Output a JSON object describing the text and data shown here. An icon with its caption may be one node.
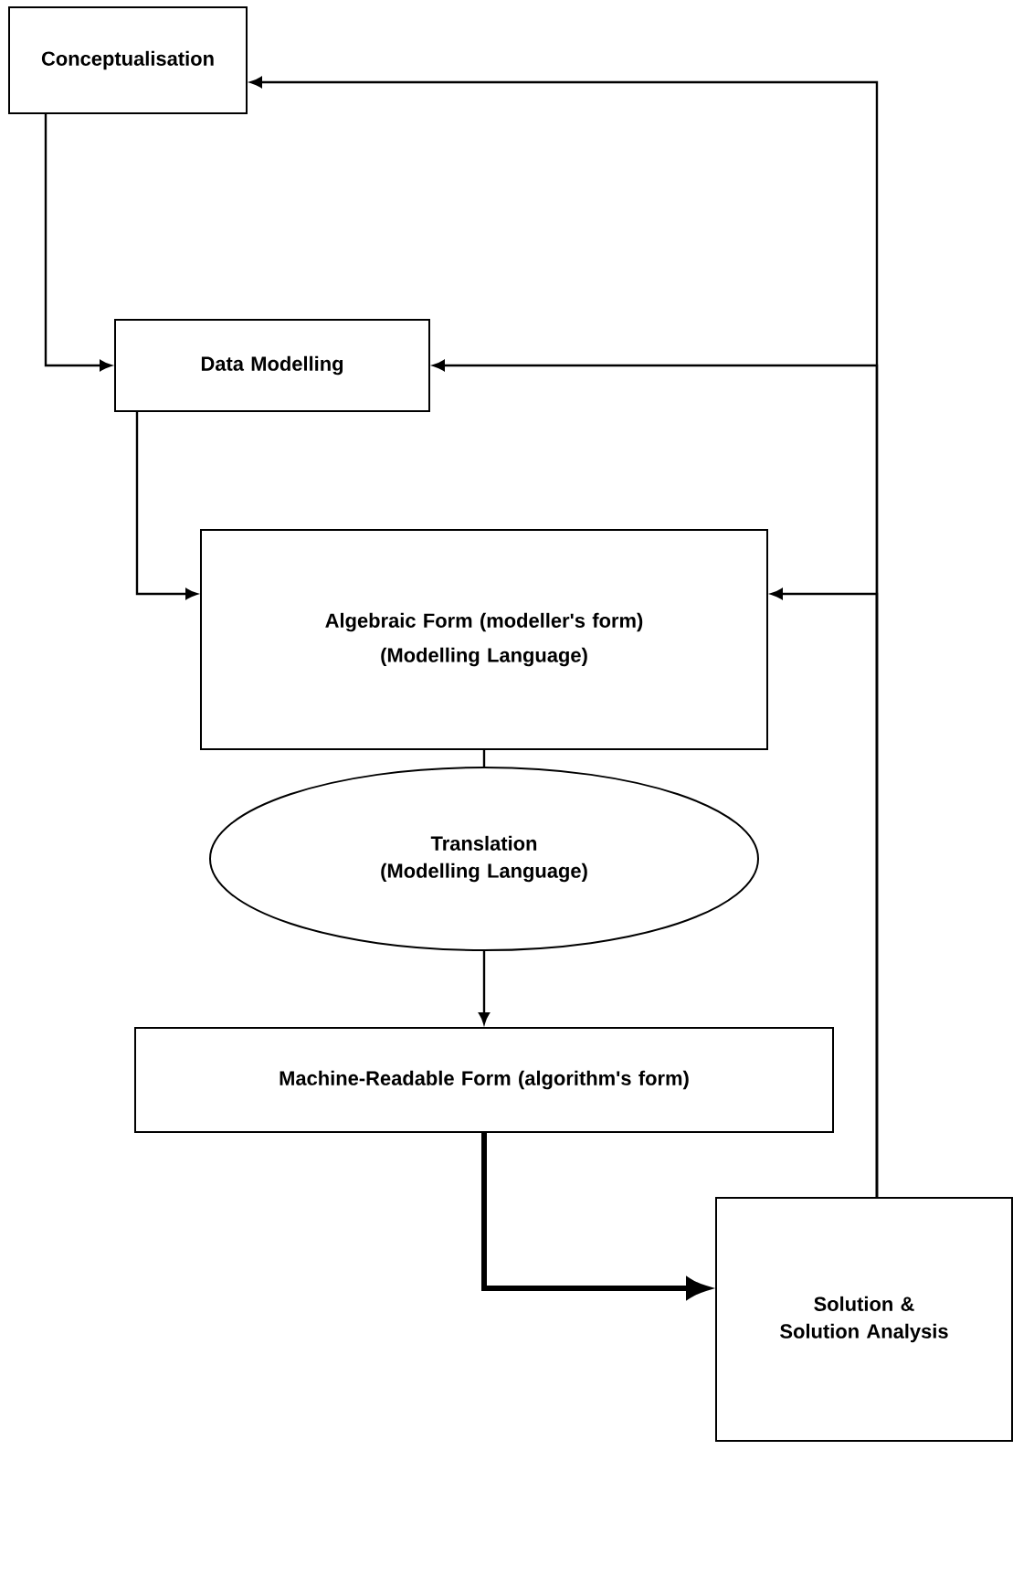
{
  "diagram": {
    "nodes": [
      {
        "text": [
          "Conceptualisation"
        ]
      },
      {
        "text": [
          "Data Modelling"
        ]
      },
      {
        "text": [
          "Algebraic Form (modeller's form)",
          "(Modelling Language)"
        ]
      },
      {
        "text": [
          "Translation (Modelling Language)"
        ]
      },
      {
        "text": [
          "Machine-Readable Form (algorithm's form)"
        ]
      },
      {
        "text": [
          "Solution & Solution Analysis"
        ]
      }
    ],
    "edges": [
      {
        "from": 0,
        "to": 1,
        "arrow": "to"
      },
      {
        "from": 1,
        "to": 2,
        "arrow": "to"
      },
      {
        "from": 2,
        "to": 3,
        "arrow": "none"
      },
      {
        "from": 3,
        "to": 4,
        "arrow": "to"
      },
      {
        "from": 4,
        "to": 5,
        "arrow": "to",
        "style": "thick"
      },
      {
        "from": 5,
        "to": 0,
        "arrow": "to"
      },
      {
        "from": 5,
        "to": 1,
        "arrow": "to"
      },
      {
        "from": 5,
        "to": 2,
        "arrow": "to"
      }
    ]
  }
}
